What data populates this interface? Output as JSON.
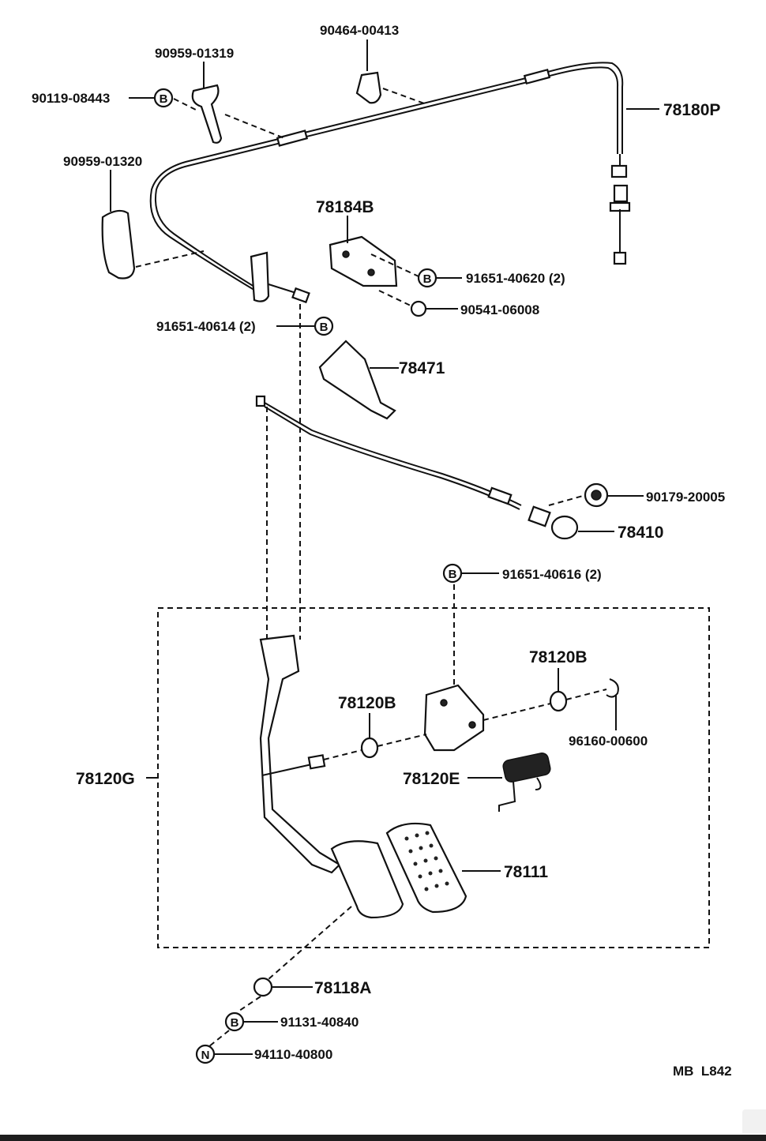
{
  "parts": {
    "p_90464_00413": "90464-00413",
    "p_90959_01319": "90959-01319",
    "p_90119_08443": "90119-08443",
    "p_78180P": "78180P",
    "p_90959_01320": "90959-01320",
    "p_78184B": "78184B",
    "p_91651_40620": "91651-40620 (2)",
    "p_90541_06008": "90541-06008",
    "p_91651_40614": "91651-40614 (2)",
    "p_78471": "78471",
    "p_90179_20005": "90179-20005",
    "p_78410": "78410",
    "p_91651_40616": "91651-40616 (2)",
    "p_78120B_top": "78120B",
    "p_78120B_left": "78120B",
    "p_96160_00600": "96160-00600",
    "p_78120G": "78120G",
    "p_78120E": "78120E",
    "p_78111": "78111",
    "p_78118A": "78118A",
    "p_91131_40840": "91131-40840",
    "p_94110_40800": "94110-40800"
  },
  "symbols": {
    "b": "B",
    "n": "N"
  },
  "footer_code": "MB  L842"
}
